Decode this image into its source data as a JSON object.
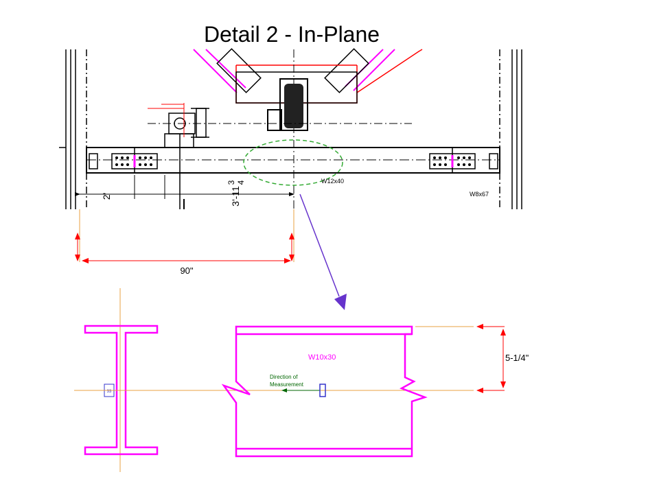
{
  "title": "Detail 2 - In-Plane",
  "labels": {
    "beam_top": "W12x40",
    "column_right": "W8x67",
    "dim_2ft": "2'",
    "dim_3ft": "3'-11",
    "dim_frac_top": "3",
    "dim_frac_bottom": "4",
    "dim_90": "90\"",
    "beam_section": "W10x30",
    "direction_line1": "Direction of",
    "direction_line2": "Measurement",
    "dim_depth": "5-1/4\""
  },
  "colors": {
    "steel_outline": "#ff00ff",
    "dimension": "#ff0000",
    "leader_arrow": "#6633cc",
    "highlight_circle": "#33aa33",
    "center_line": "#e8a040",
    "direction_text": "#006600"
  }
}
